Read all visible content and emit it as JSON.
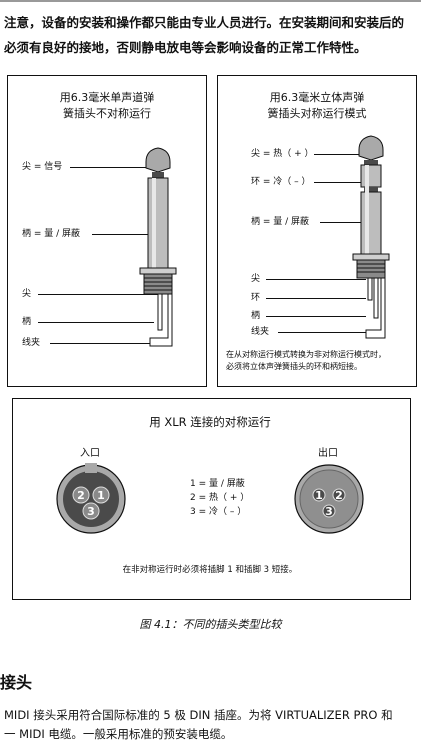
{
  "intro": {
    "line1": "注意，设备的安装和操作都只能由专业人员进行。在安装期间和安装后的",
    "line2": "必须有良好的接地，否则静电放电等会影响设备的正常工作特性。"
  },
  "mono_panel": {
    "title_line1": "用6.3毫米单声道弹",
    "title_line2": "簧插头不对称运行",
    "labels": [
      "尖 = 信号",
      "柄 = 量 / 屏蔽",
      "尖",
      "柄",
      "线夹"
    ]
  },
  "stereo_panel": {
    "title_line1": "用6.3毫米立体声弹",
    "title_line2": "簧插头对称运行模式",
    "labels": [
      "尖 = 热（ + ）",
      "环 = 冷（ – ）",
      "柄 = 量 / 屏蔽",
      "尖",
      "环",
      "柄",
      "线夹"
    ],
    "note_line1": "在从对称运行模式转换为非对称运行模式时，",
    "note_line2": "必须将立体声弹簧插头的环和柄短接。"
  },
  "xlr_panel": {
    "title": "用 XLR 连接的对称运行",
    "input_label": "入口",
    "output_label": "出口",
    "pins": [
      "1 = 量 / 屏蔽",
      "2 = 热（ + ）",
      "3 = 冷（ – ）"
    ],
    "pin_numbers": [
      "1",
      "2",
      "3"
    ],
    "note": "在非对称运行时必须将插脚 1 和插脚 3 短接。"
  },
  "caption": "图 4.1：不同的插头类型比较",
  "heading": "接头",
  "body": {
    "line1": "MIDI 接头采用符合国际标准的 5 极 DIN 插座。为将 VIRTUALIZER PRO 和",
    "line2": "一 MIDI 电缆。一般采用标准的预安装电缆。"
  },
  "colors": {
    "plug_fill": "#a9a9a9",
    "plug_dark": "#4a4a4a",
    "rule": "#999999"
  }
}
